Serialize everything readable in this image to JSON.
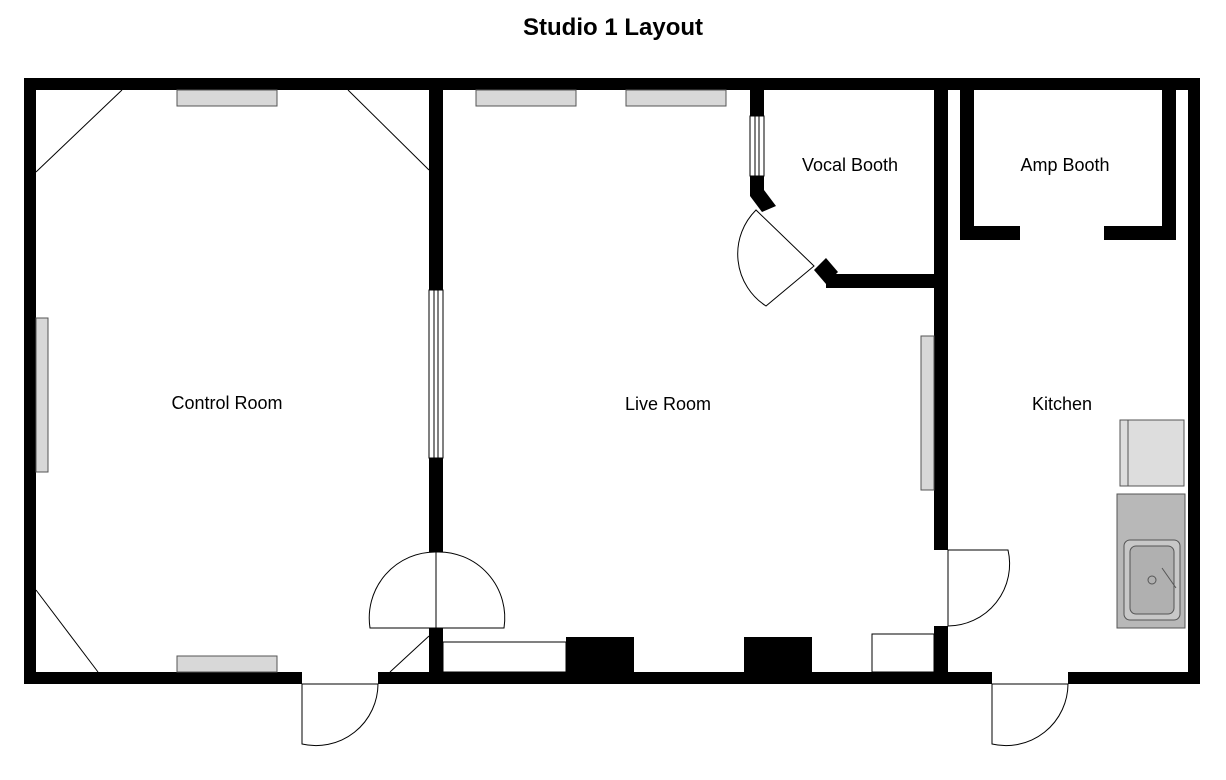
{
  "title": "Studio 1 Layout",
  "rooms": {
    "control_room": "Control Room",
    "live_room": "Live Room",
    "vocal_booth": "Vocal Booth",
    "amp_booth": "Amp Booth",
    "kitchen": "Kitchen"
  },
  "colors": {
    "wall": "#000000",
    "window_fill": "#d8d8d8",
    "appliance_fill": "#dddddd",
    "sink_fill": "#b8b8b8"
  }
}
